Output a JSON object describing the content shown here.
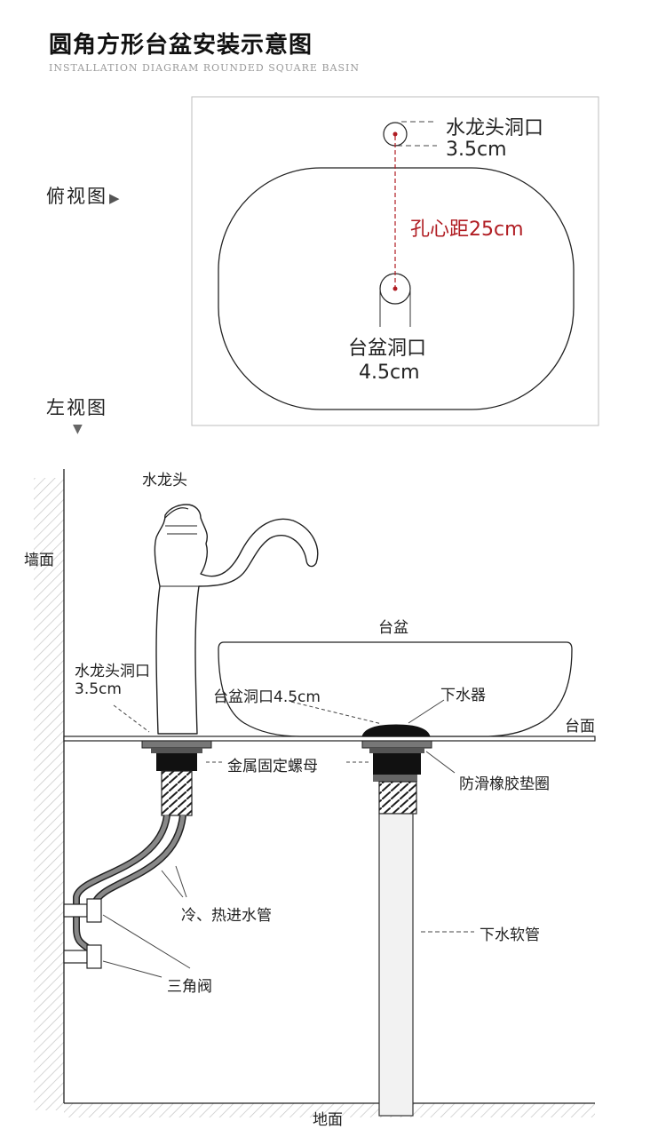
{
  "title": "圆角方形台盆安装示意图",
  "subtitle": "INSTALLATION DIAGRAM ROUNDED SQUARE BASIN",
  "top_view": {
    "label": "俯视图",
    "faucet_hole": "水龙头洞口",
    "faucet_hole_size": "3.5cm",
    "hole_distance": "孔心距25cm",
    "basin_hole": "台盆洞口",
    "basin_hole_size": "4.5cm"
  },
  "side_view": {
    "label": "左视图",
    "faucet": "水龙头",
    "wall": "墙面",
    "basin": "台盆",
    "faucet_hole": "水龙头洞口",
    "faucet_hole_size": "3.5cm",
    "basin_hole": "台盆洞口4.5cm",
    "drain": "下水器",
    "countertop": "台面",
    "nut": "金属固定螺母",
    "gasket": "防滑橡胶垫圈",
    "supply_pipes": "冷、热进水管",
    "drain_hose": "下水软管",
    "angle_valve": "三角阀",
    "floor": "地面"
  },
  "colors": {
    "accent_red": "#b01c22",
    "line": "#222222",
    "dashed": "#555555"
  }
}
